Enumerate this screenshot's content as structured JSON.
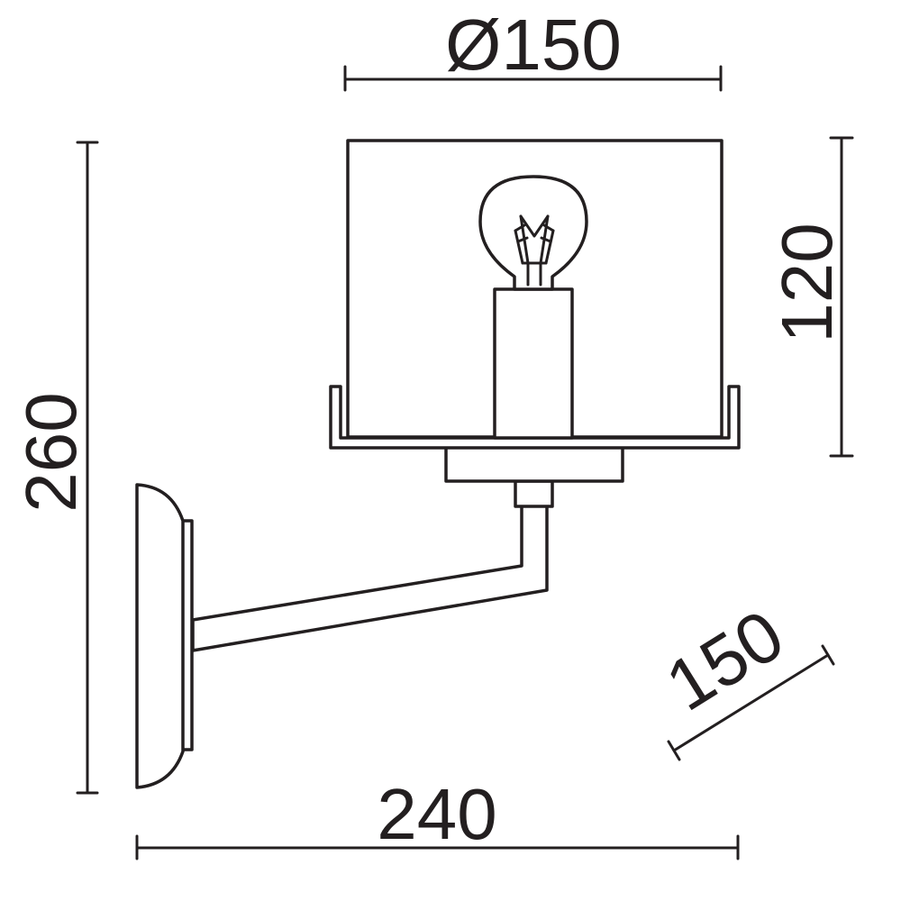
{
  "dimensions": {
    "shade_diameter": "Ø150",
    "shade_height": "120",
    "total_height": "260",
    "projection": "240",
    "backplate_depth": "150"
  },
  "colors": {
    "line": "#231f20",
    "background": "#ffffff"
  }
}
